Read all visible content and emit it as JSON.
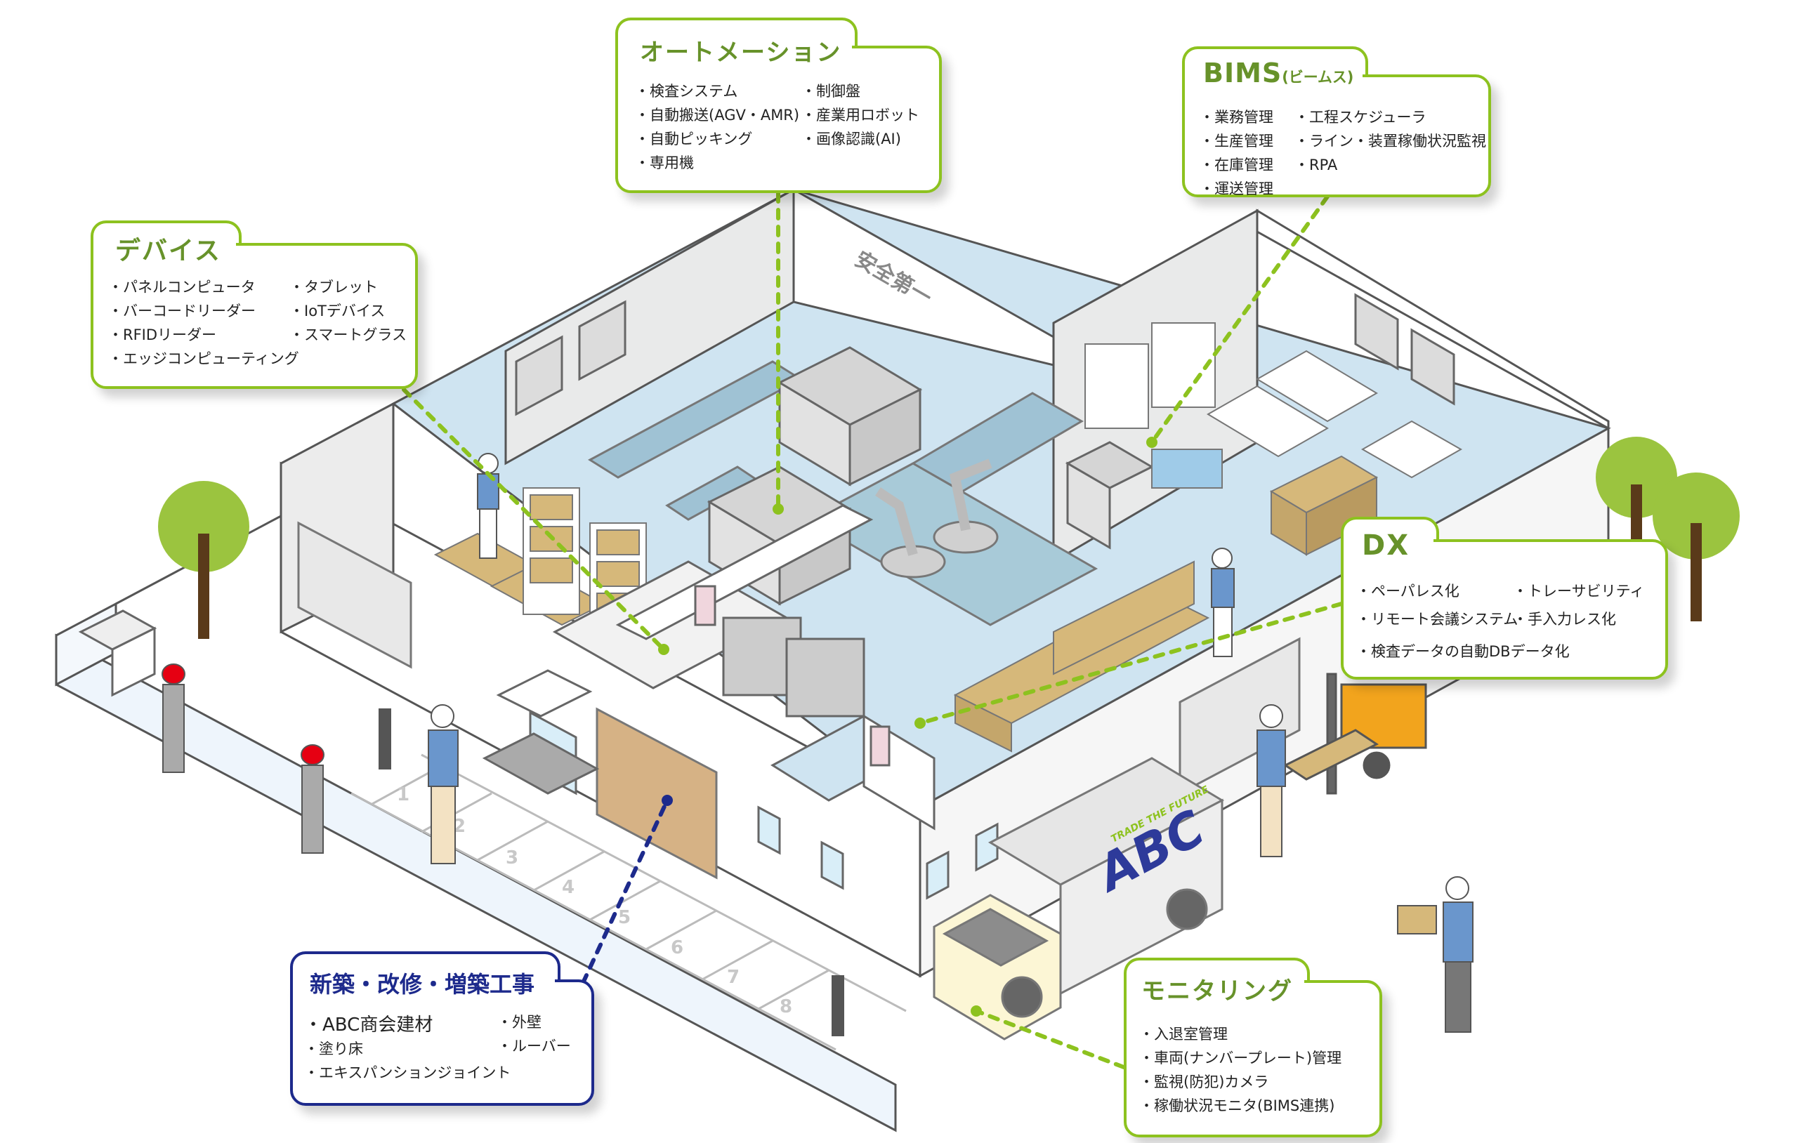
{
  "scene": {
    "description": "Isometric factory / warehouse illustration",
    "wall_sign": "安全第一",
    "truck_logo": {
      "brand": "ABC",
      "tagline": "TRADE THE FUTURE"
    },
    "parking_numbers": [
      "1",
      "2",
      "3",
      "4",
      "5",
      "6",
      "7",
      "8"
    ],
    "colors": {
      "accent_green": "#8dc21f",
      "title_green": "#67922a",
      "accent_navy": "#1d2a8c",
      "floor_blue": "#cfe4f1",
      "wall_gray": "#e9eaea",
      "box_tan": "#d6b87a",
      "tree_green": "#9bc43f",
      "trunk_brown": "#5a3a1a"
    }
  },
  "callouts": {
    "automation": {
      "title": "オートメーション",
      "col1": [
        "検査システム",
        "自動搬送(AGV・AMR)",
        "自動ピッキング",
        "専用機"
      ],
      "col2": [
        "制御盤",
        "産業用ロボット",
        "画像認識(AI)"
      ]
    },
    "bims": {
      "title": "BIMS",
      "title_sub": "(ビームス)",
      "col1": [
        "業務管理",
        "生産管理",
        "在庫管理",
        "運送管理"
      ],
      "col2": [
        "工程スケジューラ",
        "ライン・装置稼働状況監視",
        "RPA"
      ]
    },
    "devices": {
      "title": "デバイス",
      "col1": [
        "パネルコンピュータ",
        "バーコードリーダー",
        "RFIDリーダー",
        "エッジコンピューティング"
      ],
      "col2": [
        "タブレット",
        "IoTデバイス",
        "スマートグラス"
      ]
    },
    "dx": {
      "title": "DX",
      "col1": [
        "ペーパレス化",
        "リモート会議システム"
      ],
      "col2": [
        "トレーサビリティ",
        "手入力レス化"
      ],
      "wide": [
        "検査データの自動DBデータ化"
      ]
    },
    "monitoring": {
      "title": "モニタリング",
      "col1": [
        "入退室管理",
        "車両(ナンバープレート)管理",
        "監視(防犯)カメラ",
        "稼働状況モニタ(BIMS連携)"
      ]
    },
    "construction": {
      "title": "新築・改修・増築工事",
      "col1_large": "ABC商会建材",
      "col1": [
        "塗り床",
        "エキスパンションジョイント"
      ],
      "col2": [
        "外壁",
        "ルーバー"
      ]
    }
  }
}
